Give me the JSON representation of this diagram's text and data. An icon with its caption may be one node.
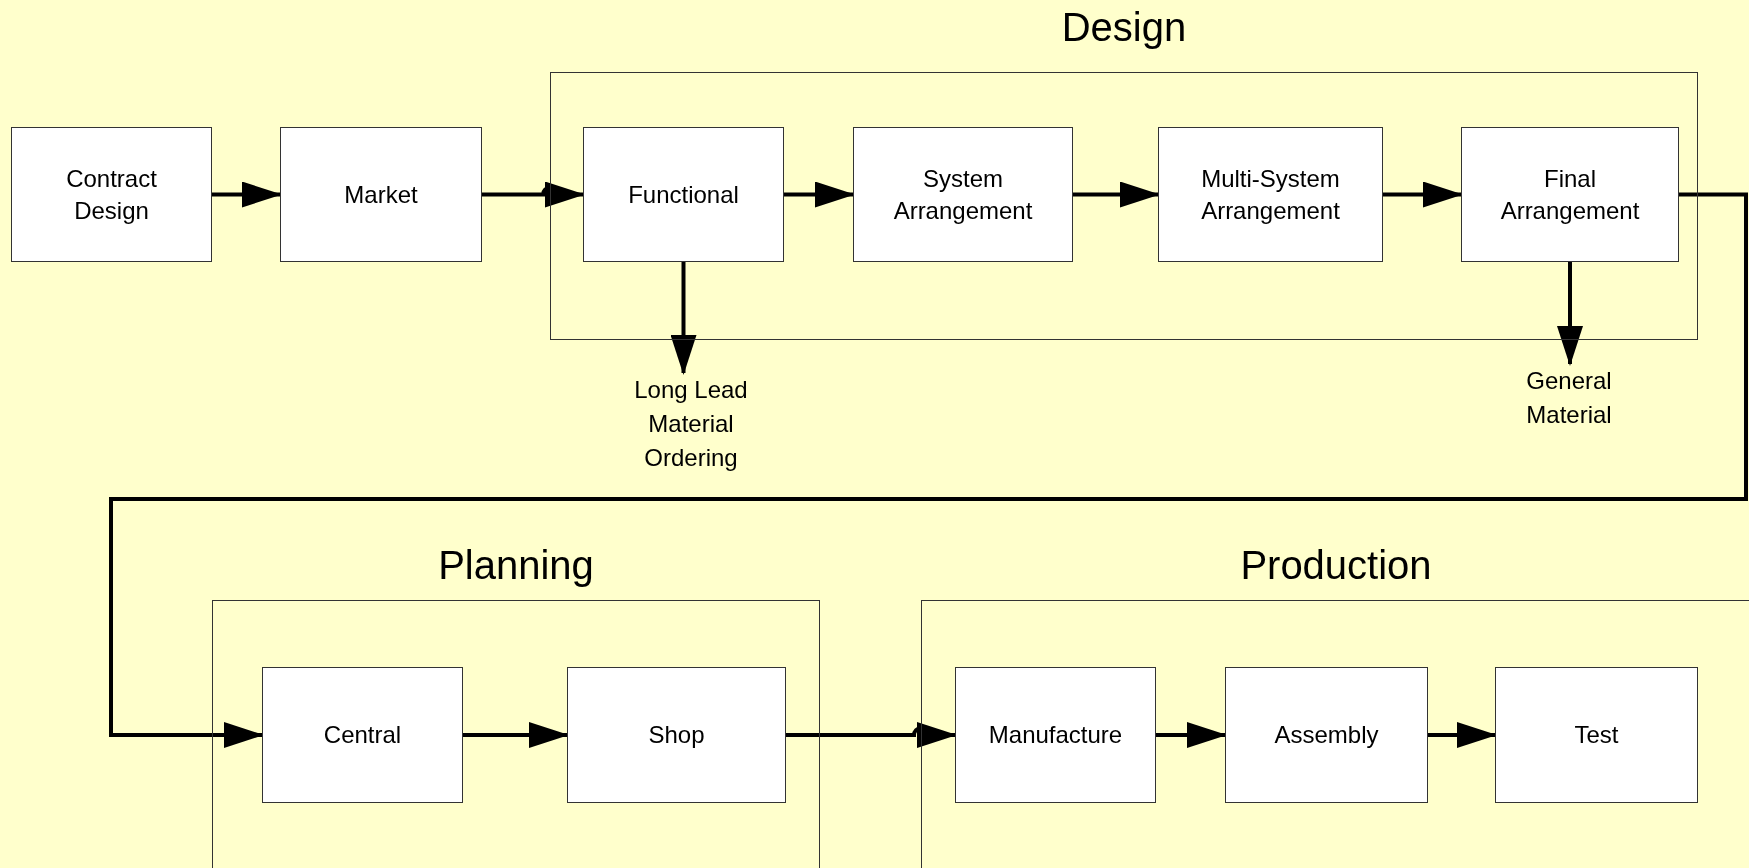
{
  "diagram": {
    "nodes": [
      {
        "text": [
          "Design"
        ]
      },
      {
        "text": [
          "Contract Design"
        ]
      },
      {
        "text": [
          "Market"
        ]
      },
      {
        "text": [
          "Functional"
        ],
        "in": 0
      },
      {
        "text": [
          "System Arrangement"
        ],
        "in": 0
      },
      {
        "text": [
          "Multi-System Arrangement"
        ],
        "in": 0
      },
      {
        "text": [
          "Final Arrangement"
        ],
        "in": 0
      },
      {
        "text": [
          "Long Lead Material Ordering"
        ]
      },
      {
        "text": [
          "General Material"
        ]
      },
      {
        "text": [
          "Planning"
        ]
      },
      {
        "text": [
          "Central"
        ],
        "in": 9
      },
      {
        "text": [
          "Shop"
        ],
        "in": 9
      },
      {
        "text": [
          "Production"
        ]
      },
      {
        "text": [
          "Manufacture"
        ],
        "in": 12
      },
      {
        "text": [
          "Assembly"
        ],
        "in": 12
      },
      {
        "text": [
          "Test"
        ],
        "in": 12
      }
    ],
    "edges": [
      {
        "from": 1,
        "to": 2,
        "arrow": "to"
      },
      {
        "from": 2,
        "to": 3,
        "arrow": "to"
      },
      {
        "from": 3,
        "to": 4,
        "arrow": "to"
      },
      {
        "from": 4,
        "to": 5,
        "arrow": "to"
      },
      {
        "from": 5,
        "to": 6,
        "arrow": "to"
      },
      {
        "from": 3,
        "to": 7,
        "arrow": "to"
      },
      {
        "from": 6,
        "to": 8,
        "arrow": "to"
      },
      {
        "from": 6,
        "to": 10,
        "arrow": "to"
      },
      {
        "from": 10,
        "to": 11,
        "arrow": "to"
      },
      {
        "from": 11,
        "to": 13,
        "arrow": "to"
      },
      {
        "from": 13,
        "to": 14,
        "arrow": "to"
      },
      {
        "from": 14,
        "to": 15,
        "arrow": "to"
      }
    ]
  }
}
